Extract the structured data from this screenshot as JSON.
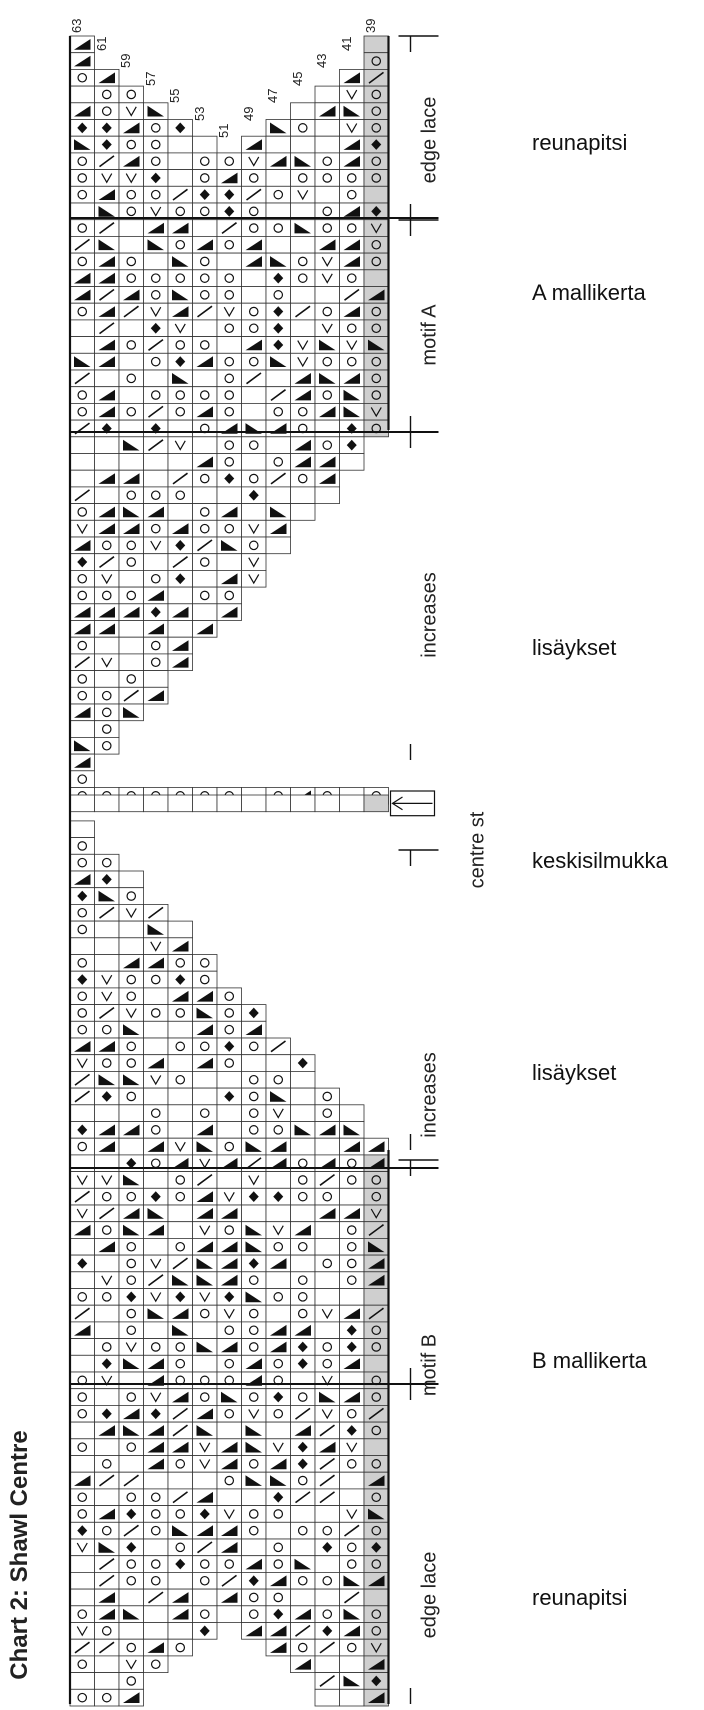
{
  "chart_title": "Chart 2: Shawl Centre",
  "sections": [
    {
      "id": "edge-top",
      "en": "edge lace",
      "fi": "reunapitsi"
    },
    {
      "id": "motif-a",
      "en": "motif A",
      "fi": "A mallikerta"
    },
    {
      "id": "increases-top",
      "en": "increases",
      "fi": "lisäykset"
    },
    {
      "id": "centre",
      "en": "centre st",
      "fi": "keskisilmukka"
    },
    {
      "id": "increases-bottom",
      "en": "increases",
      "fi": "lisäykset"
    },
    {
      "id": "motif-b",
      "en": "motif B",
      "fi": "B mallikerta"
    },
    {
      "id": "edge-bottom",
      "en": "edge lace",
      "fi": "reunapitsi"
    }
  ],
  "row_numbers": [
    "63",
    "61",
    "59",
    "57",
    "55",
    "53",
    "51",
    "49",
    "47",
    "45",
    "43",
    "41",
    "39"
  ],
  "colors": {
    "ink": "#111111",
    "grid": "#333333",
    "shade": "#cfcfcf"
  }
}
